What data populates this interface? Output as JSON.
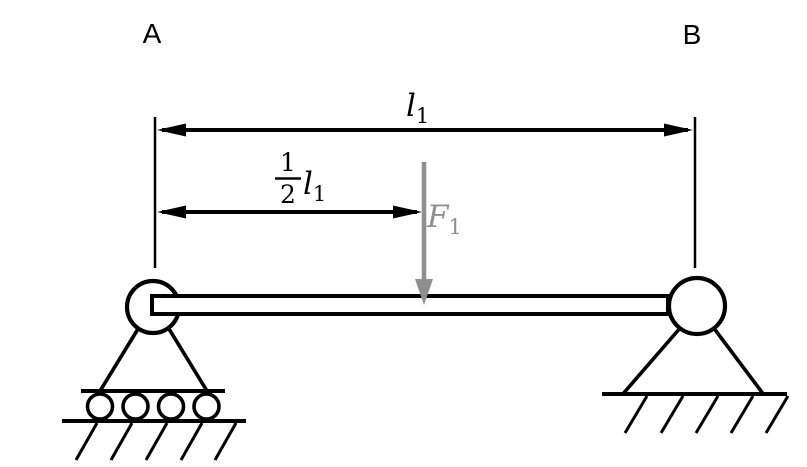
{
  "figure": {
    "labels": {
      "support_a": "A",
      "support_b": "B"
    },
    "span_dimension": {
      "symbol": "l",
      "subscript": "1"
    },
    "half_span_dimension": {
      "numerator": "1",
      "denominator": "2",
      "symbol": "l",
      "subscript": "1"
    },
    "force": {
      "symbol": "F",
      "subscript": "1"
    },
    "colors": {
      "line": "#000000",
      "force": "#8f8f8f",
      "background": "#ffffff"
    }
  }
}
